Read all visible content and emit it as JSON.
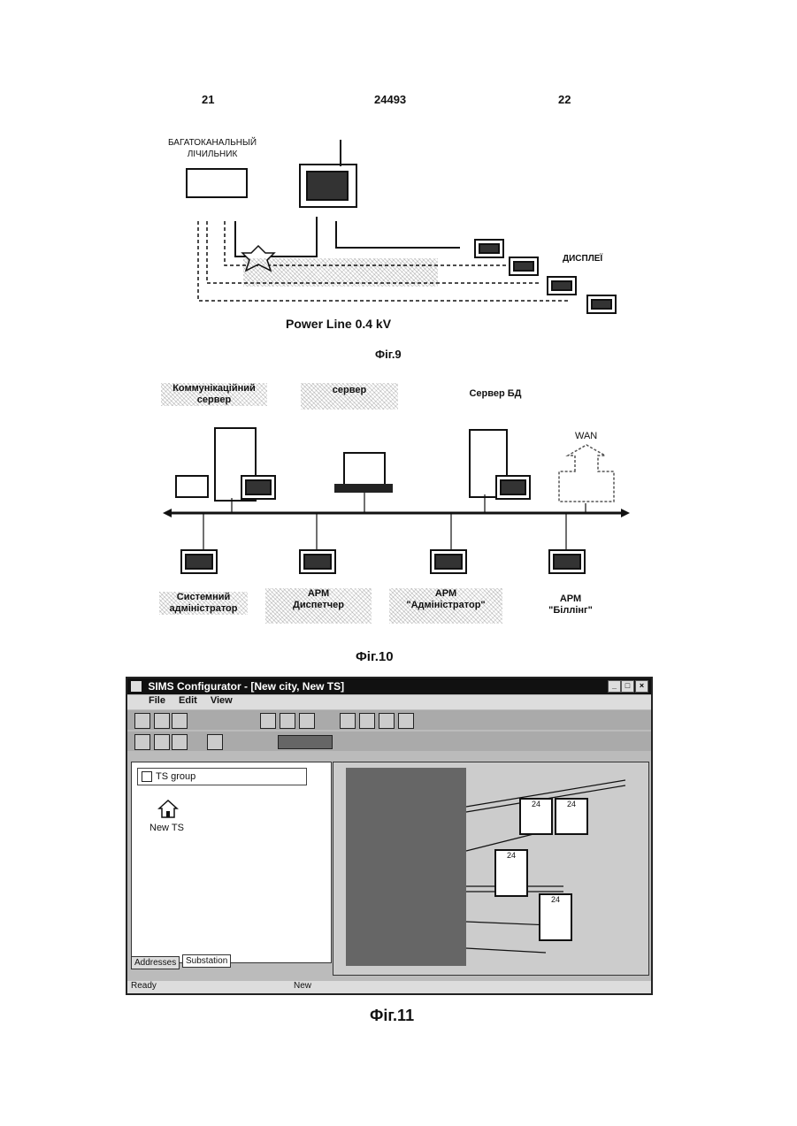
{
  "header": {
    "left_page": "21",
    "center_number": "24493",
    "right_page": "22"
  },
  "fig9": {
    "meter_label_line1": "БАГАТОКАНАЛЬНЫЙ",
    "meter_label_line2": "ЛІЧИЛЬНИК",
    "displays_label": "ДИСПЛЕЇ",
    "power_line_label": "Power Line 0.4 kV",
    "caption": "Фіг.9"
  },
  "fig10": {
    "comm_server_line1": "Коммунікаційний",
    "comm_server_line2": "сервер",
    "server2_label": "сервер",
    "db_server_label": "Сервер БД",
    "wan_label": "WAN",
    "ws1_line1": "Системний",
    "ws1_line2": "адміністратор",
    "ws2_line1": "АРМ",
    "ws2_line2": "Диспетчер",
    "ws3_line1": "АРМ",
    "ws3_line2": "\"Адміністратор\"",
    "ws4_line1": "АРМ",
    "ws4_line2": "\"Біллінг\"",
    "caption": "Фіг.10"
  },
  "fig11": {
    "window_title": "SIMS Configurator - [New city, New TS]",
    "menu_file": "File",
    "menu_edit": "Edit",
    "menu_view": "View",
    "tree_root": "TS group",
    "tree_item": "New TS",
    "tab_addresses": "Addresses",
    "tab_substation": "Substation",
    "status_ready": "Ready",
    "status_new": "New",
    "node_labels": [
      "24",
      "24",
      "24",
      "24"
    ],
    "caption": "Фіг.11"
  }
}
